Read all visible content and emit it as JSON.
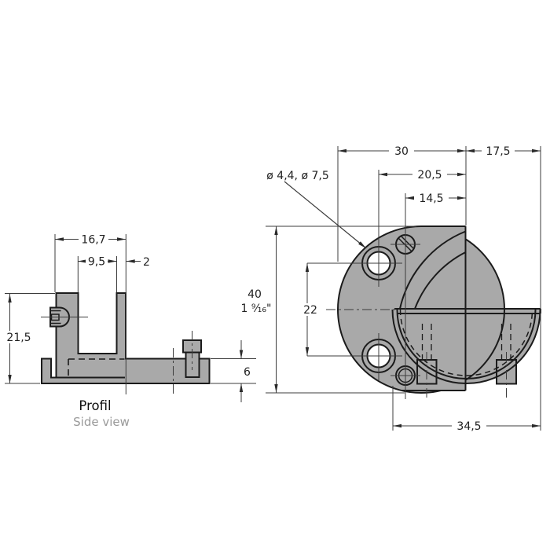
{
  "drawing_title": "bracket-technical-drawing",
  "colors": {
    "part_fill": "#a9a9a9",
    "outline": "#1b1b1b",
    "dim_text": "#222222",
    "secondary_label": "#9a9a9a",
    "background": "#ffffff"
  },
  "labels": {
    "view_primary": "Profil",
    "view_secondary": "Side view"
  },
  "dims_side": {
    "w16_7": "16,7",
    "w9_5": "9,5",
    "wall_2": "2",
    "h21_5": "21,5",
    "base_6": "6"
  },
  "dims_front": {
    "w30": "30",
    "w17_5": "17,5",
    "w20_5": "20,5",
    "w14_5": "14,5",
    "h40_mm": "40",
    "h40_in": "1 ⁹⁄₁₆\"",
    "h22": "22",
    "w34_5": "34,5",
    "holes_label": "ø 4,4, ø 7,5"
  }
}
